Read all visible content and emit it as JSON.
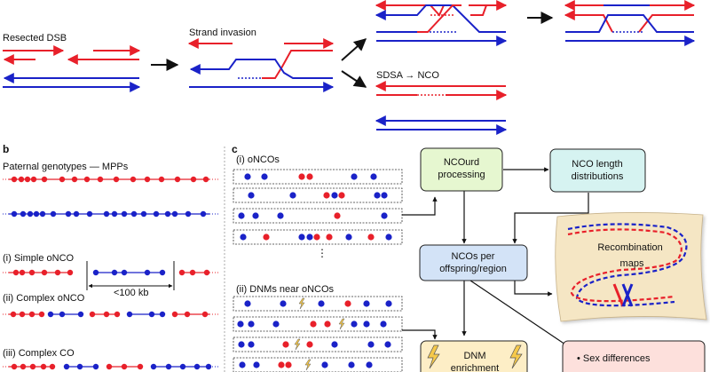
{
  "panel_a": {
    "label_resected": "Resected DSB",
    "label_invasion": "Strand invasion",
    "label_sdsa": "SDSA → NCO"
  },
  "panel_b": {
    "letter": "b",
    "header": "Paternal genotypes — MPPs",
    "label_simple": "(i) Simple oNCO",
    "label_complex_onco": "(ii) Complex oNCO",
    "label_complex_co": "(iii) Complex CO",
    "scale_label": "<100 kb"
  },
  "panel_c": {
    "letter": "c",
    "label_onco": "(i) oNCOs",
    "label_dnm": "(ii) DNMs near oNCOs",
    "ellipsis": "⋮",
    "box_ncourd": [
      "NCOurd",
      "processing"
    ],
    "box_length": [
      "NCO length",
      "distributions"
    ],
    "box_per_offspring": [
      "NCOs per",
      "offspring/region"
    ],
    "map_title": "Recombination",
    "map_subtitle": "maps",
    "box_dnm": [
      "DNM",
      "enrichment"
    ],
    "box_sex": "• Sex differences",
    "lightning_icon": "lightning-icon"
  },
  "colors": {
    "red": "#e8202a",
    "blue": "#1a22c8",
    "green_box": "#e6f7d0",
    "teal_box": "#d6f3f1",
    "blue_box": "#d3e3f7",
    "yellow_box": "#fdeec6",
    "pink_box": "#fde0dc",
    "map_paper": "#f5e6c4"
  }
}
